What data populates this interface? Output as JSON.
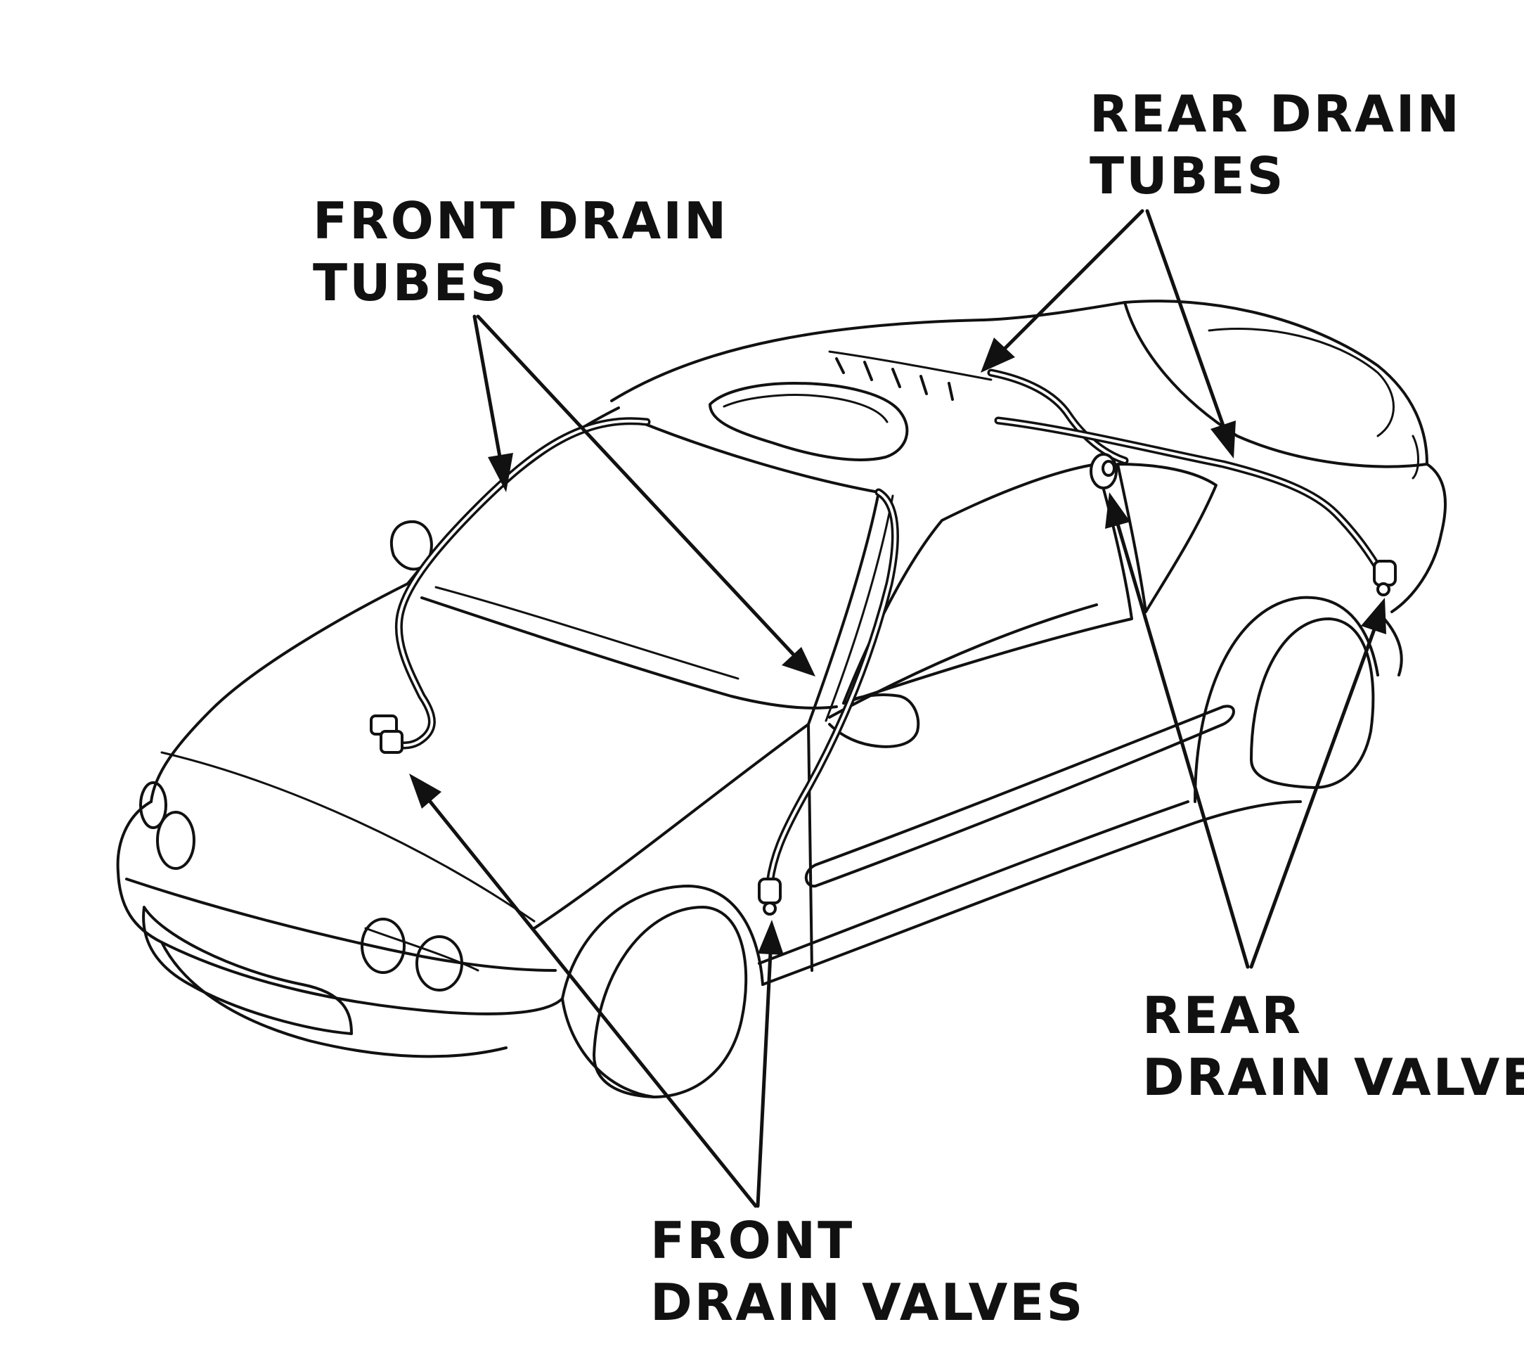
{
  "labels": {
    "front_drain_tubes": {
      "line1": "FRONT DRAIN",
      "line2": "TUBES"
    },
    "rear_drain_tubes": {
      "line1": "REAR DRAIN",
      "line2": "TUBES"
    },
    "rear_drain_valve": {
      "line1": "REAR",
      "line2": "DRAIN VALVE"
    },
    "front_drain_valves": {
      "line1": "FRONT",
      "line2": "DRAIN VALVES"
    }
  },
  "colors": {
    "line": "#111111",
    "background": "#ffffff"
  }
}
